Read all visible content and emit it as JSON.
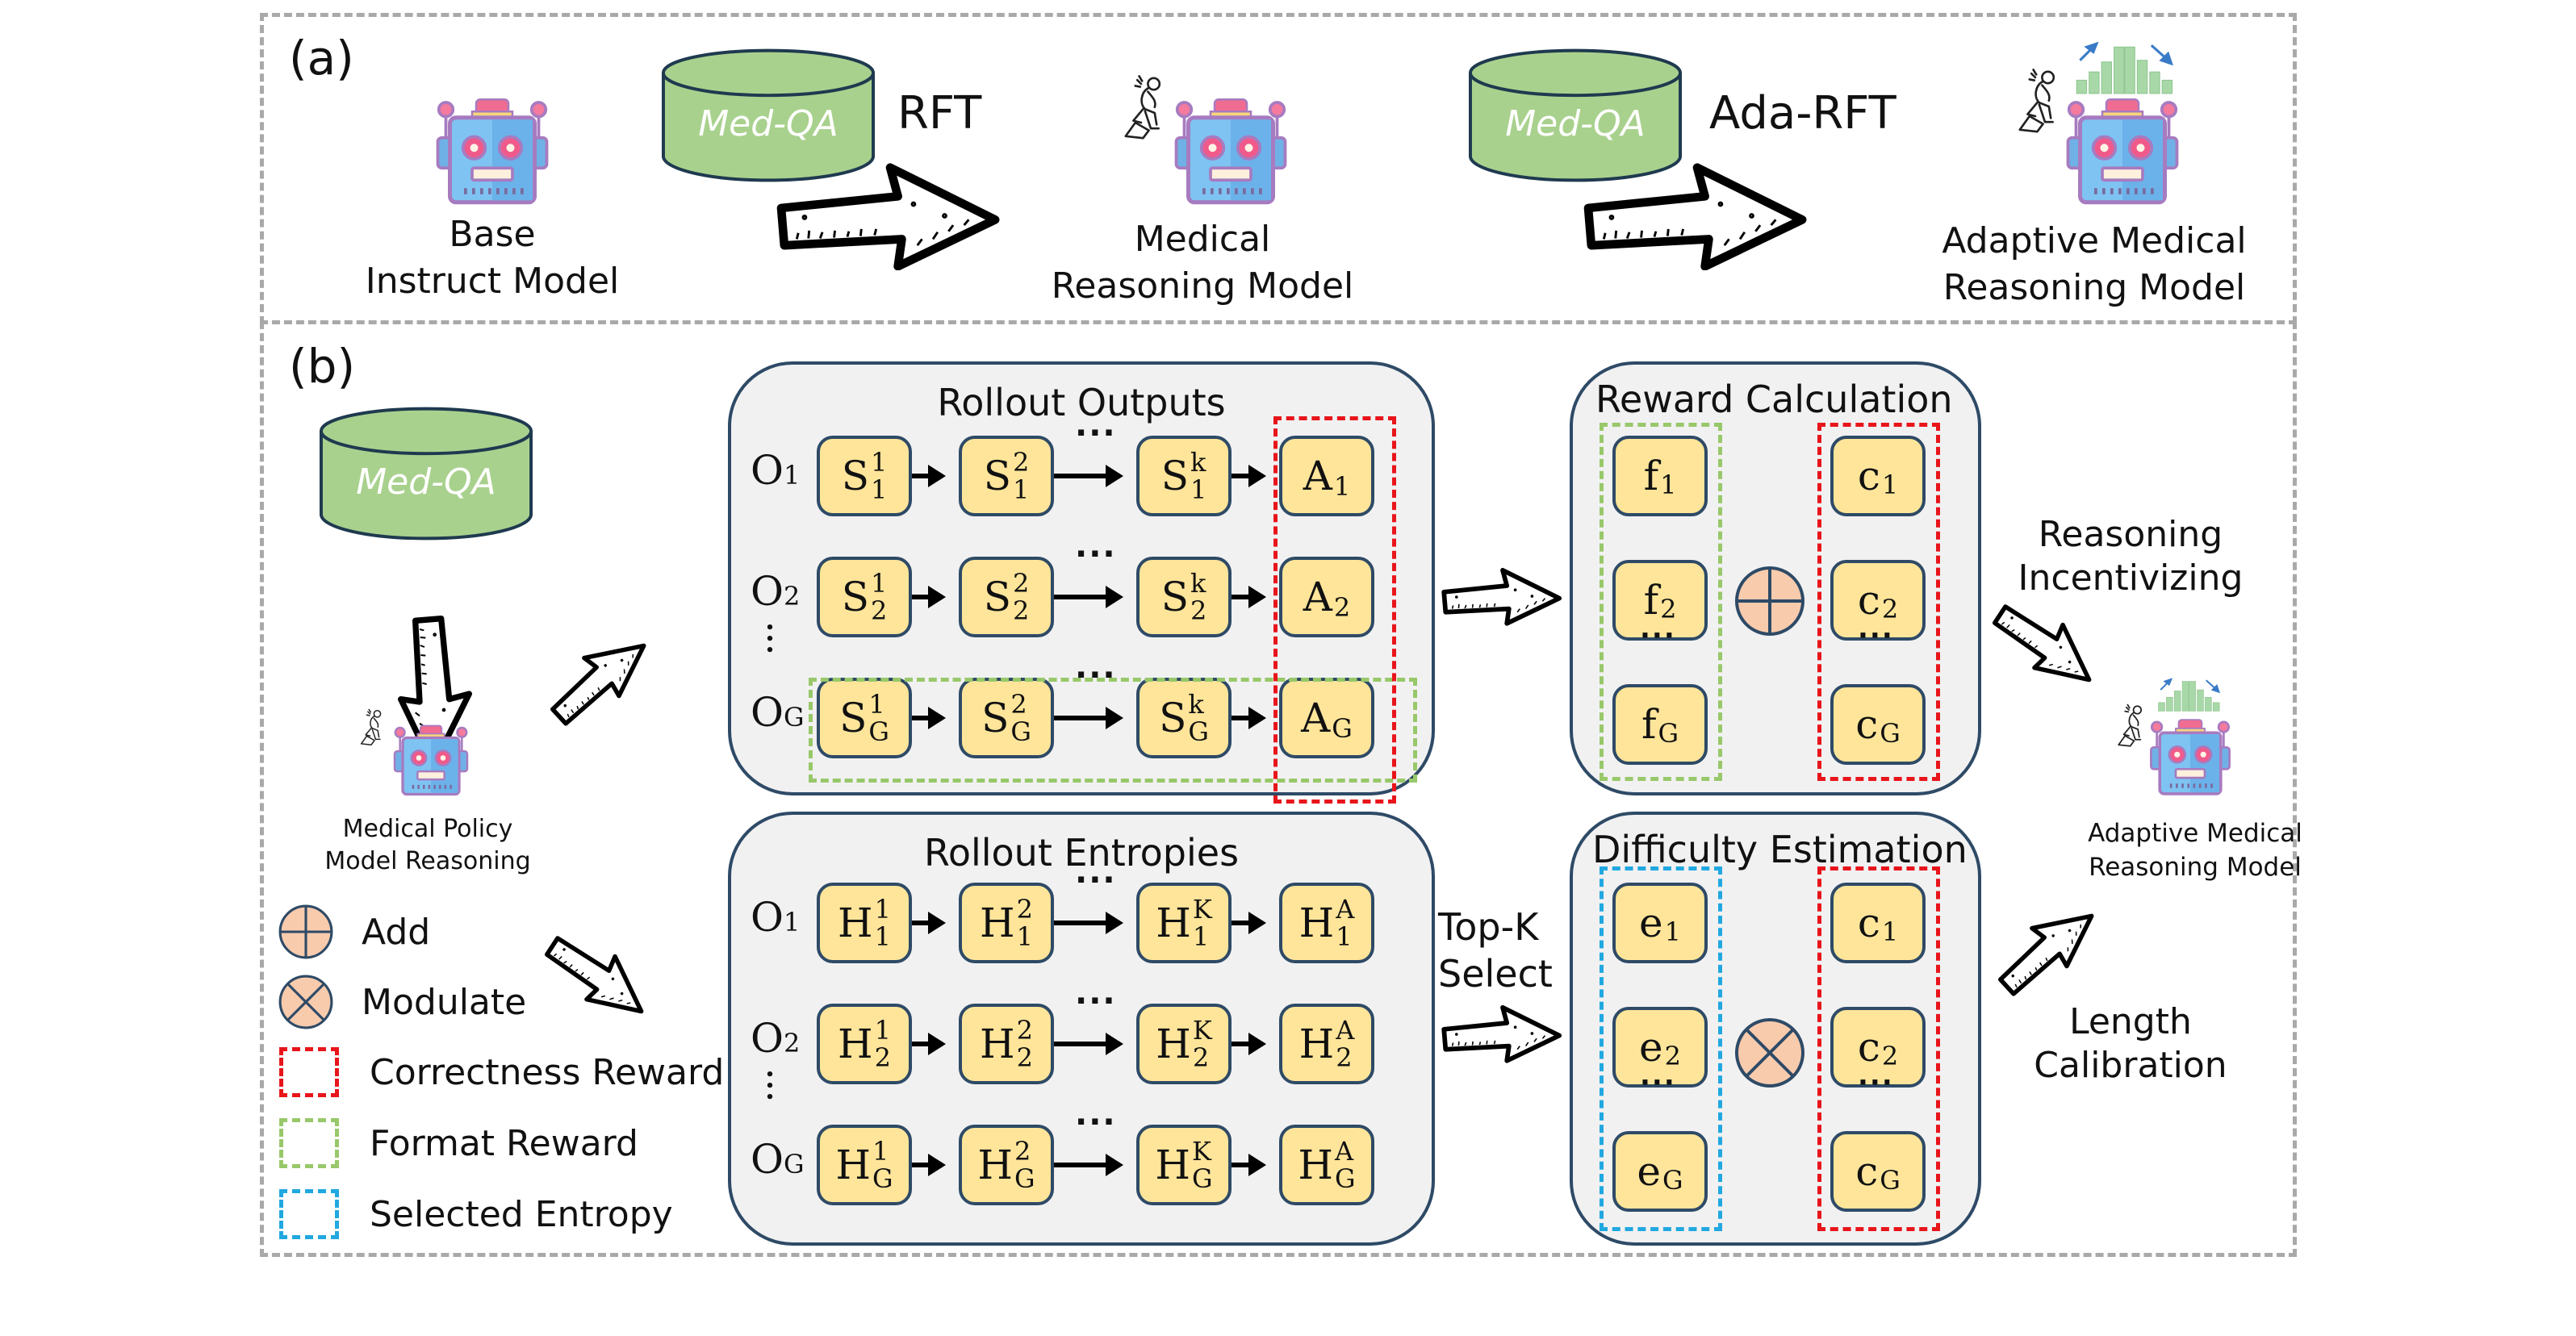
{
  "panel_a": {
    "label": "(a)",
    "base_model": {
      "line1": "Base",
      "line2": "Instruct Model"
    },
    "dataset_1": "Med-QA",
    "step_1": "RFT",
    "medical_model": {
      "line1": "Medical",
      "line2": "Reasoning Model"
    },
    "dataset_2": "Med-QA",
    "step_2": "Ada-RFT",
    "adaptive_model": {
      "line1": "Adaptive Medical",
      "line2": "Reasoning Model"
    }
  },
  "panel_b": {
    "label": "(b)",
    "dataset": "Med-QA",
    "policy_model": {
      "line1": "Medical Policy",
      "line2": "Model Reasoning"
    },
    "legend": [
      {
        "icon": "add-circle-icon",
        "label": "Add"
      },
      {
        "icon": "modulate-circle-icon",
        "label": "Modulate"
      },
      {
        "icon": "red-dashed-box-icon",
        "label": "Correctness Reward",
        "color": "#e8151b"
      },
      {
        "icon": "green-dashed-box-icon",
        "label": "Format Reward",
        "color": "#98c86a"
      },
      {
        "icon": "blue-dashed-box-icon",
        "label": "Selected Entropy",
        "color": "#21a8e0"
      }
    ],
    "rollout_outputs": {
      "title": "Rollout Outputs",
      "rows": [
        {
          "label": "O",
          "label_sub": "1",
          "cells": [
            {
              "base": "S",
              "sup": "1",
              "sub": "1"
            },
            {
              "base": "S",
              "sup": "2",
              "sub": "1"
            },
            {
              "base": "S",
              "sup": "k",
              "sub": "1"
            },
            {
              "base": "A",
              "sup": "",
              "sub": "1"
            }
          ]
        },
        {
          "label": "O",
          "label_sub": "2",
          "cells": [
            {
              "base": "S",
              "sup": "1",
              "sub": "2"
            },
            {
              "base": "S",
              "sup": "2",
              "sub": "2"
            },
            {
              "base": "S",
              "sup": "k",
              "sub": "2"
            },
            {
              "base": "A",
              "sup": "",
              "sub": "2"
            }
          ]
        },
        {
          "label": "O",
          "label_sub": "G",
          "cells": [
            {
              "base": "S",
              "sup": "1",
              "sub": "G"
            },
            {
              "base": "S",
              "sup": "2",
              "sub": "G"
            },
            {
              "base": "S",
              "sup": "k",
              "sub": "G"
            },
            {
              "base": "A",
              "sup": "",
              "sub": "G"
            }
          ]
        }
      ],
      "ellipsis": "···",
      "vdots": "⋮"
    },
    "rollout_entropies": {
      "title": "Rollout Entropies",
      "rows": [
        {
          "label": "O",
          "label_sub": "1",
          "cells": [
            {
              "base": "H",
              "sup": "1",
              "sub": "1"
            },
            {
              "base": "H",
              "sup": "2",
              "sub": "1"
            },
            {
              "base": "H",
              "sup": "K",
              "sub": "1"
            },
            {
              "base": "H",
              "sup": "A",
              "sub": "1"
            }
          ]
        },
        {
          "label": "O",
          "label_sub": "2",
          "cells": [
            {
              "base": "H",
              "sup": "1",
              "sub": "2"
            },
            {
              "base": "H",
              "sup": "2",
              "sub": "2"
            },
            {
              "base": "H",
              "sup": "K",
              "sub": "2"
            },
            {
              "base": "H",
              "sup": "A",
              "sub": "2"
            }
          ]
        },
        {
          "label": "O",
          "label_sub": "G",
          "cells": [
            {
              "base": "H",
              "sup": "1",
              "sub": "G"
            },
            {
              "base": "H",
              "sup": "2",
              "sub": "G"
            },
            {
              "base": "H",
              "sup": "K",
              "sub": "G"
            },
            {
              "base": "H",
              "sup": "A",
              "sub": "G"
            }
          ]
        }
      ],
      "ellipsis": "···",
      "vdots": "⋮"
    },
    "top_k": {
      "line1": "Top-K",
      "line2": "Select"
    },
    "reward_calculation": {
      "title": "Reward Calculation",
      "left": [
        {
          "base": "f",
          "sub": "1"
        },
        {
          "base": "f",
          "sub": "2"
        },
        {
          "base": "f",
          "sub": "G"
        }
      ],
      "right": [
        {
          "base": "c",
          "sub": "1"
        },
        {
          "base": "c",
          "sub": "2"
        },
        {
          "base": "c",
          "sub": "G"
        }
      ],
      "operator": "add",
      "ellipsis": "···"
    },
    "difficulty_estimation": {
      "title": "Difficulty Estimation",
      "left": [
        {
          "base": "e",
          "sub": "1"
        },
        {
          "base": "e",
          "sub": "2"
        },
        {
          "base": "e",
          "sub": "G"
        }
      ],
      "right": [
        {
          "base": "c",
          "sub": "1"
        },
        {
          "base": "c",
          "sub": "2"
        },
        {
          "base": "c",
          "sub": "G"
        }
      ],
      "operator": "modulate",
      "ellipsis": "···"
    },
    "reasoning_incentivizing": {
      "line1": "Reasoning",
      "line2": "Incentivizing"
    },
    "length_calibration": {
      "line1": "Length",
      "line2": "Calibration"
    },
    "adaptive_model": {
      "line1": "Adaptive Medical",
      "line2": "Reasoning Model"
    }
  },
  "colors": {
    "cell_fill": "#ffe59a",
    "cell_border": "#2e4a66",
    "box_fill": "#f1f1f2",
    "db_fill": "#a9d18e",
    "operator_fill": "#f8cbad",
    "correctness": "#e8151b",
    "format": "#98c86a",
    "entropy": "#21a8e0",
    "frame": "#a9a9a9"
  }
}
